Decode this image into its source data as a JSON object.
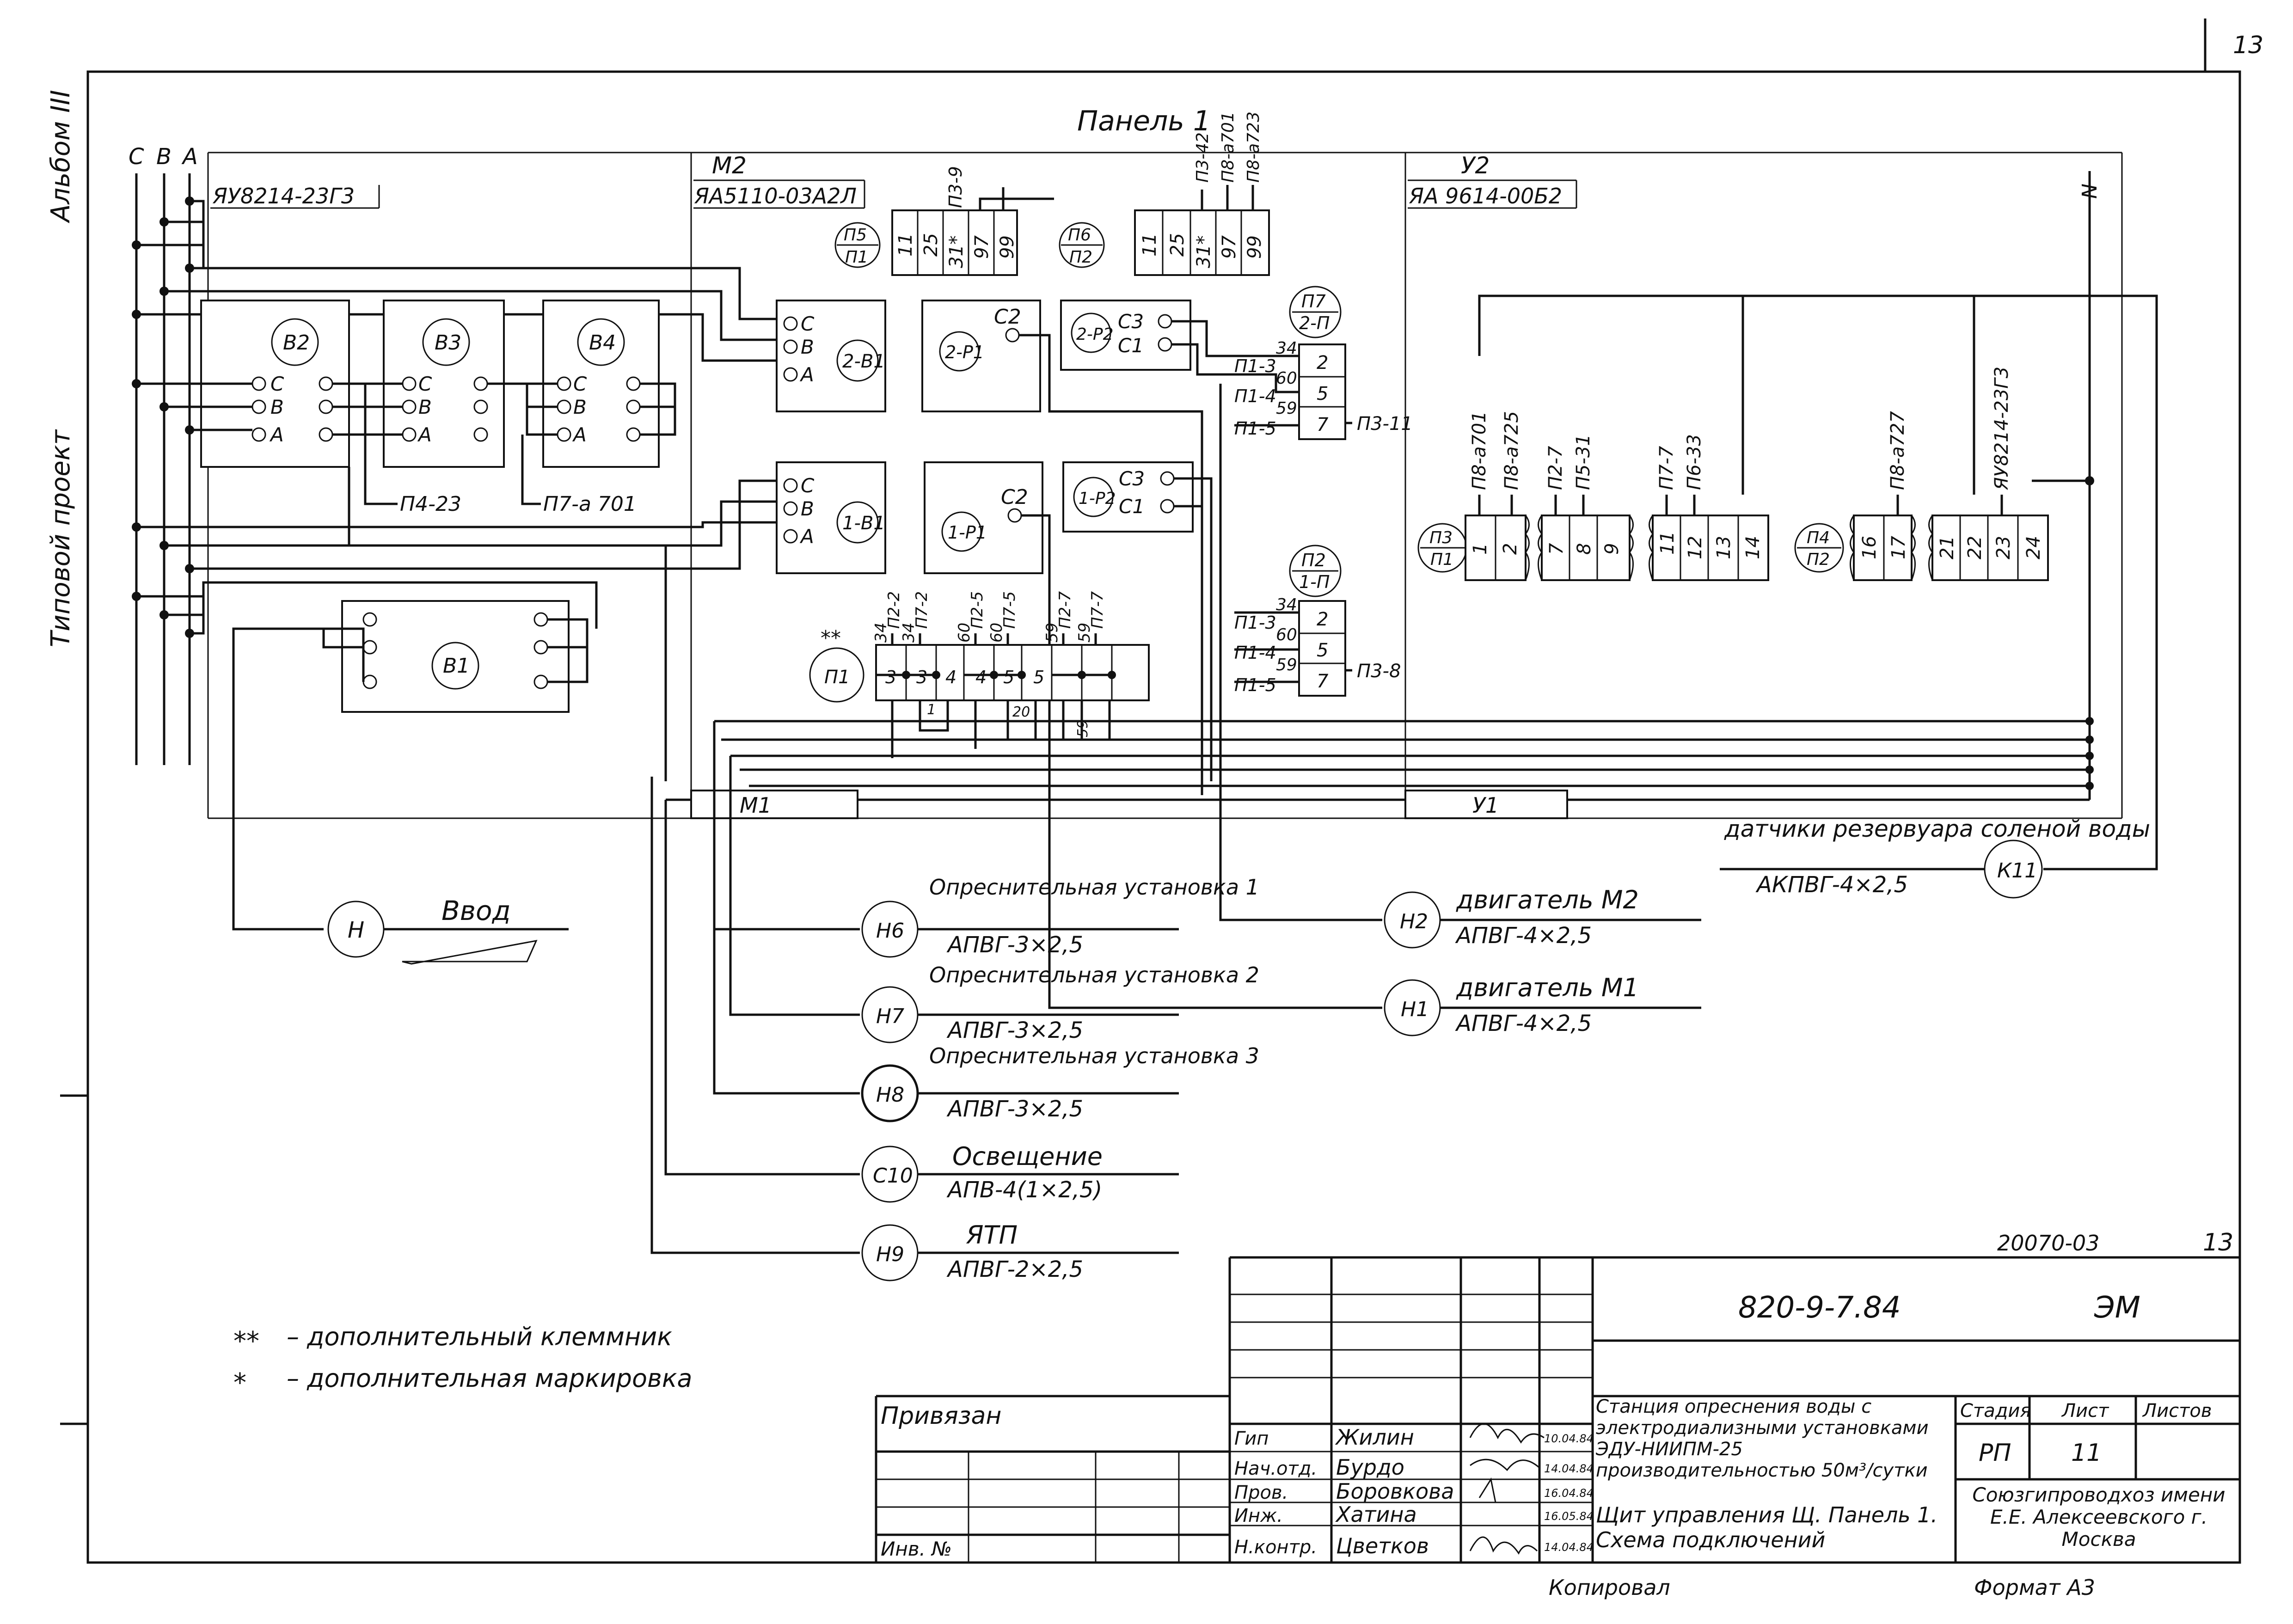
{
  "sheet": {
    "page_number": "13",
    "album": "Альбом III",
    "project_type": "Типовой проект"
  },
  "phases": [
    "С",
    "В",
    "А"
  ],
  "panel_title": "Панель 1",
  "enclosures": [
    {
      "id": "left",
      "type": "ЯУ8214-23Г3"
    },
    {
      "id": "m2",
      "label": "М2",
      "type": "ЯА5110-03А2Л"
    },
    {
      "id": "u2",
      "label": "У2",
      "type": "ЯА 9614-00Б2"
    }
  ],
  "bus_labels": {
    "m1": "М1",
    "u1": "У1"
  },
  "devices": {
    "breakers": [
      "В2",
      "В3",
      "В4",
      "В1"
    ],
    "breaker_terms": [
      "С",
      "В",
      "А"
    ],
    "starters": [
      "2-В1",
      "1-В1"
    ],
    "relays": [
      "2-Р1",
      "1-Р1",
      "2-Р2",
      "1-Р2"
    ],
    "terms": {
      "c1": "С1",
      "c2": "С2",
      "c3": "С3"
    }
  },
  "leads": {
    "b2": "П4-23",
    "b4": "П7-а 701",
    "n": "N"
  },
  "connectors": {
    "p5": {
      "top": "П5",
      "bottom": "П1",
      "cells": [
        "11",
        "25",
        "31*",
        "97",
        "99"
      ],
      "tag": "П3-9"
    },
    "p6": {
      "top": "П6",
      "bottom": "П2",
      "cells": [
        "11",
        "25",
        "31*",
        "97",
        "99"
      ],
      "tags": [
        "П3-42",
        "П8-а701",
        "П8-а723"
      ]
    },
    "p7": {
      "top": "П7",
      "bottom": "2-П",
      "cells": [
        "2",
        "5",
        "7"
      ],
      "wires": [
        "34",
        "60",
        "59"
      ],
      "left": [
        "П1-3",
        "П1-4",
        "П1-5"
      ],
      "out": "П3-11"
    },
    "p2": {
      "top": "П2",
      "bottom": "1-П",
      "cells": [
        "2",
        "5",
        "7"
      ],
      "wires": [
        "34",
        "60",
        "59"
      ],
      "left": [
        "П1-3",
        "П1-4",
        "П1-5"
      ],
      "out": "П3-8"
    },
    "p1": {
      "label": "П1",
      "mark": "**",
      "cells": [
        "3",
        "3",
        "4",
        "4",
        "5",
        "5"
      ],
      "wires": [
        "34",
        "34",
        "60",
        "60",
        "59",
        "59"
      ],
      "tags": [
        "П2-2",
        "П7-2",
        "П2-5",
        "П7-5",
        "П2-7",
        "П7-7"
      ],
      "bottom_tags": [
        "1",
        "20",
        "59"
      ]
    },
    "p3": {
      "top": "П3",
      "bottom": "П1",
      "cells": [
        "1",
        "2",
        "7",
        "8",
        "9",
        "11",
        "12",
        "13",
        "14"
      ],
      "tags": [
        "П8-а701",
        "П8-а725",
        "П2-7",
        "П5-31",
        "П7-7",
        "П6-33"
      ]
    },
    "p4": {
      "top": "П4",
      "bottom": "П2",
      "cells": [
        "16",
        "17",
        "21",
        "22",
        "23",
        "24"
      ],
      "tags": [
        "П8-а727",
        "ЯУ8214-23Г3"
      ]
    }
  },
  "cables": [
    {
      "id": "H",
      "name": "Ввод",
      "spec": ""
    },
    {
      "id": "Н6",
      "name": "Опреснительная установка 1",
      "spec": "АПВГ-3×2,5"
    },
    {
      "id": "Н7",
      "name": "Опреснительная установка 2",
      "spec": "АПВГ-3×2,5"
    },
    {
      "id": "Н8",
      "name": "Опреснительная установка 3",
      "spec": "АПВГ-3×2,5"
    },
    {
      "id": "С10",
      "name": "Освещение",
      "spec": "АПВ-4(1×2,5)"
    },
    {
      "id": "Н9",
      "name": "ЯТП",
      "spec": "АПВГ-2×2,5"
    },
    {
      "id": "Н2",
      "name": "двигатель М2",
      "spec": "АПВГ-4×2,5"
    },
    {
      "id": "Н1",
      "name": "двигатель М1",
      "spec": "АПВГ-4×2,5"
    },
    {
      "id": "К11",
      "name": "датчики резервуара соленой воды",
      "spec": "АКПВГ-4×2,5"
    }
  ],
  "legend": [
    {
      "symbol": "**",
      "text": "– дополнительный клеммник"
    },
    {
      "symbol": "*",
      "text": "– дополнительная маркировка"
    }
  ],
  "title_block": {
    "inv_code": "20070-03",
    "sheet_corner": "13",
    "doc_code": "820-9-7.84",
    "mark": "ЭМ",
    "tied_label": "Привязан",
    "inv_label": "Инв. №",
    "title": "Станция опреснения воды с электродиализными установками ЭДУ-НИИПМ-25 производительностью 50м³/сутки",
    "subtitle": "Щит управления Щ. Панель 1. Схема подключений",
    "stage_header": "Стадия",
    "sheet_header": "Лист",
    "sheets_header": "Листов",
    "stage": "РП",
    "sheet": "11",
    "org": "Союзгипроводхоз имени Е.Е. Алексеевского г. Москва",
    "copied": "Копировал",
    "format": "Формат А3",
    "people": [
      {
        "role": "Гип",
        "name": "Жилин",
        "date": "10.04.84"
      },
      {
        "role": "Нач.отд.",
        "name": "Бурдо",
        "date": "14.04.84"
      },
      {
        "role": "Пров.",
        "name": "Боровкова",
        "date": "16.04.84"
      },
      {
        "role": "Инж.",
        "name": "Хатина",
        "date": "16.05.84"
      },
      {
        "role": "Н.контр.",
        "name": "Цветков",
        "date": "14.04.84"
      }
    ]
  }
}
